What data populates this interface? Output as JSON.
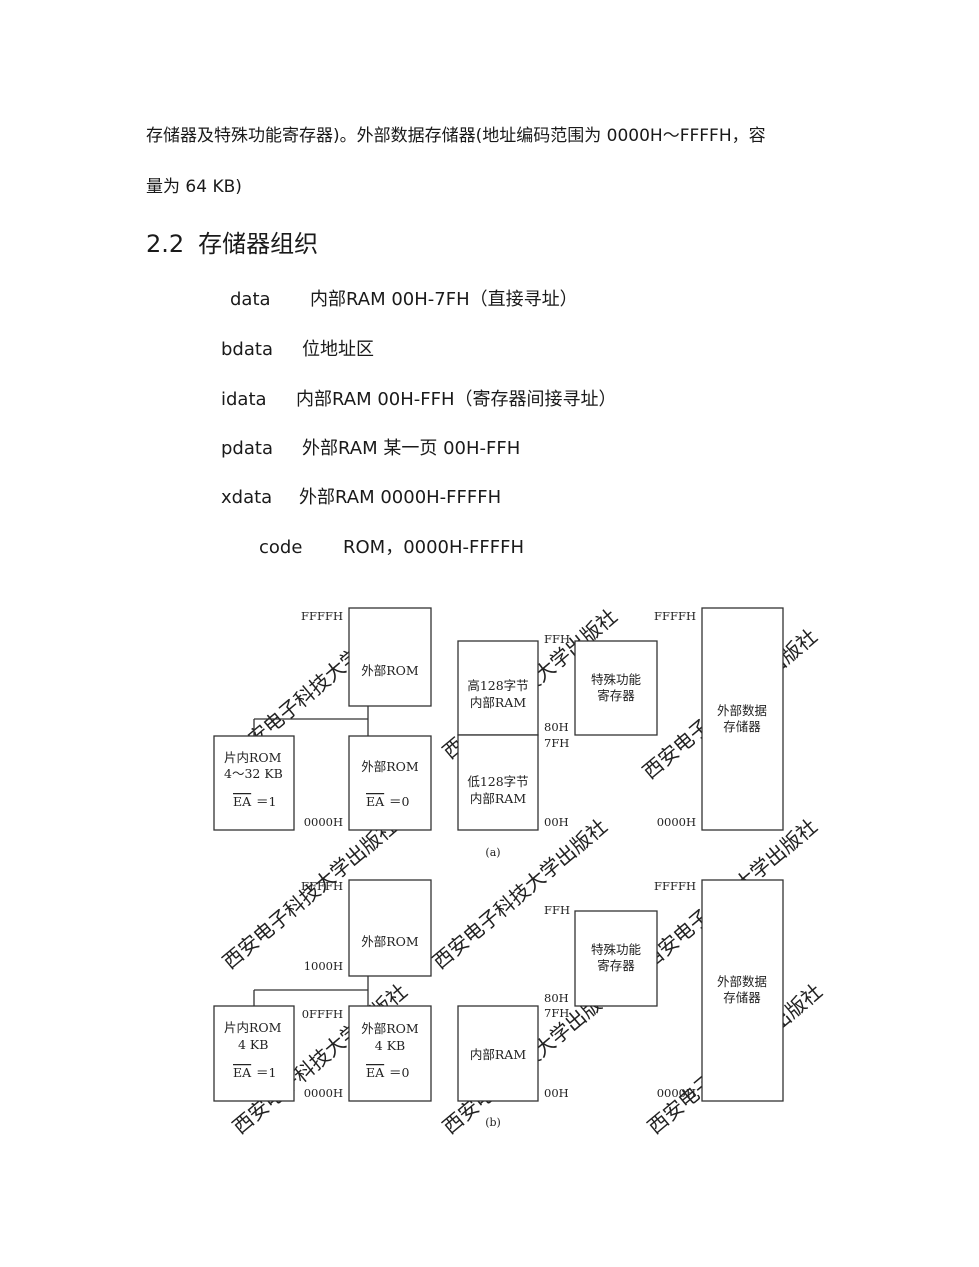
{
  "intro": {
    "line1": "存储器及特殊功能寄存器)。外部数据存储器(地址编码范围为 0000H～FFFFH，容",
    "line2": "量为 64 KB)"
  },
  "section": {
    "number": "2.2",
    "title": "存储器组织"
  },
  "memory_types": [
    {
      "key": "data",
      "desc": "内部RAM 00H-7FH（直接寻址）"
    },
    {
      "key": "bdata",
      "desc": "位地址区"
    },
    {
      "key": "idata",
      "desc": "内部RAM 00H-FFH（寄存器间接寻址）"
    },
    {
      "key": "pdata",
      "desc": "外部RAM  某一页  00H-FFH"
    },
    {
      "key": "xdata",
      "desc": "外部RAM    0000H-FFFFH"
    },
    {
      "key": "code",
      "desc": "ROM，0000H-FFFFH"
    }
  ],
  "figure": {
    "a": {
      "caption": "(a)",
      "FFFFH_left": "FFFFH",
      "ext_rom_top": "外部ROM",
      "onchip_rom_l1": "片内ROM",
      "onchip_rom_l2": "4～32 KB",
      "ea_label": "EA",
      "ea_eq1": "＝1",
      "ext_rom_bottom": "外部ROM",
      "ea_eq0": "＝0",
      "addr_0000H_left": "0000H",
      "FFH": "FFH",
      "high128_l1": "高128字节",
      "high128_l2": "内部RAM",
      "addr_80H": "80H",
      "addr_7FH": "7FH",
      "low128_l1": "低128字节",
      "low128_l2": "内部RAM",
      "addr_00H": "00H",
      "sfr_l1": "特殊功能",
      "sfr_l2": "寄存器",
      "FFFFH_right": "FFFFH",
      "ext_data_l1": "外部数据",
      "ext_data_l2": "存储器",
      "addr_0000H_right": "0000H"
    },
    "b": {
      "caption": "(b)",
      "FFFFH_left": "FFFFH",
      "ext_rom_top": "外部ROM",
      "addr_1000H": "1000H",
      "addr_0FFFH": "0FFFH",
      "onchip_rom_l1": "片内ROM",
      "onchip_rom_l2": "4 KB",
      "ea_label": "EA",
      "ea_eq1": "＝1",
      "ext_rom_bottom_l1": "外部ROM",
      "ext_rom_bottom_l2": "4 KB",
      "ea_eq0": "＝0",
      "addr_0000H_left": "0000H",
      "FFH": "FFH",
      "sfr_l1": "特殊功能",
      "sfr_l2": "寄存器",
      "addr_80H": "80H",
      "addr_7FH": "7FH",
      "int_ram": "内部RAM",
      "addr_00H": "00H",
      "FFFFH_right": "FFFFH",
      "ext_data_l1": "外部数据",
      "ext_data_l2": "存储器",
      "addr_0000H_right": "0000H"
    },
    "watermark": "西安电子科技大学出版社"
  }
}
